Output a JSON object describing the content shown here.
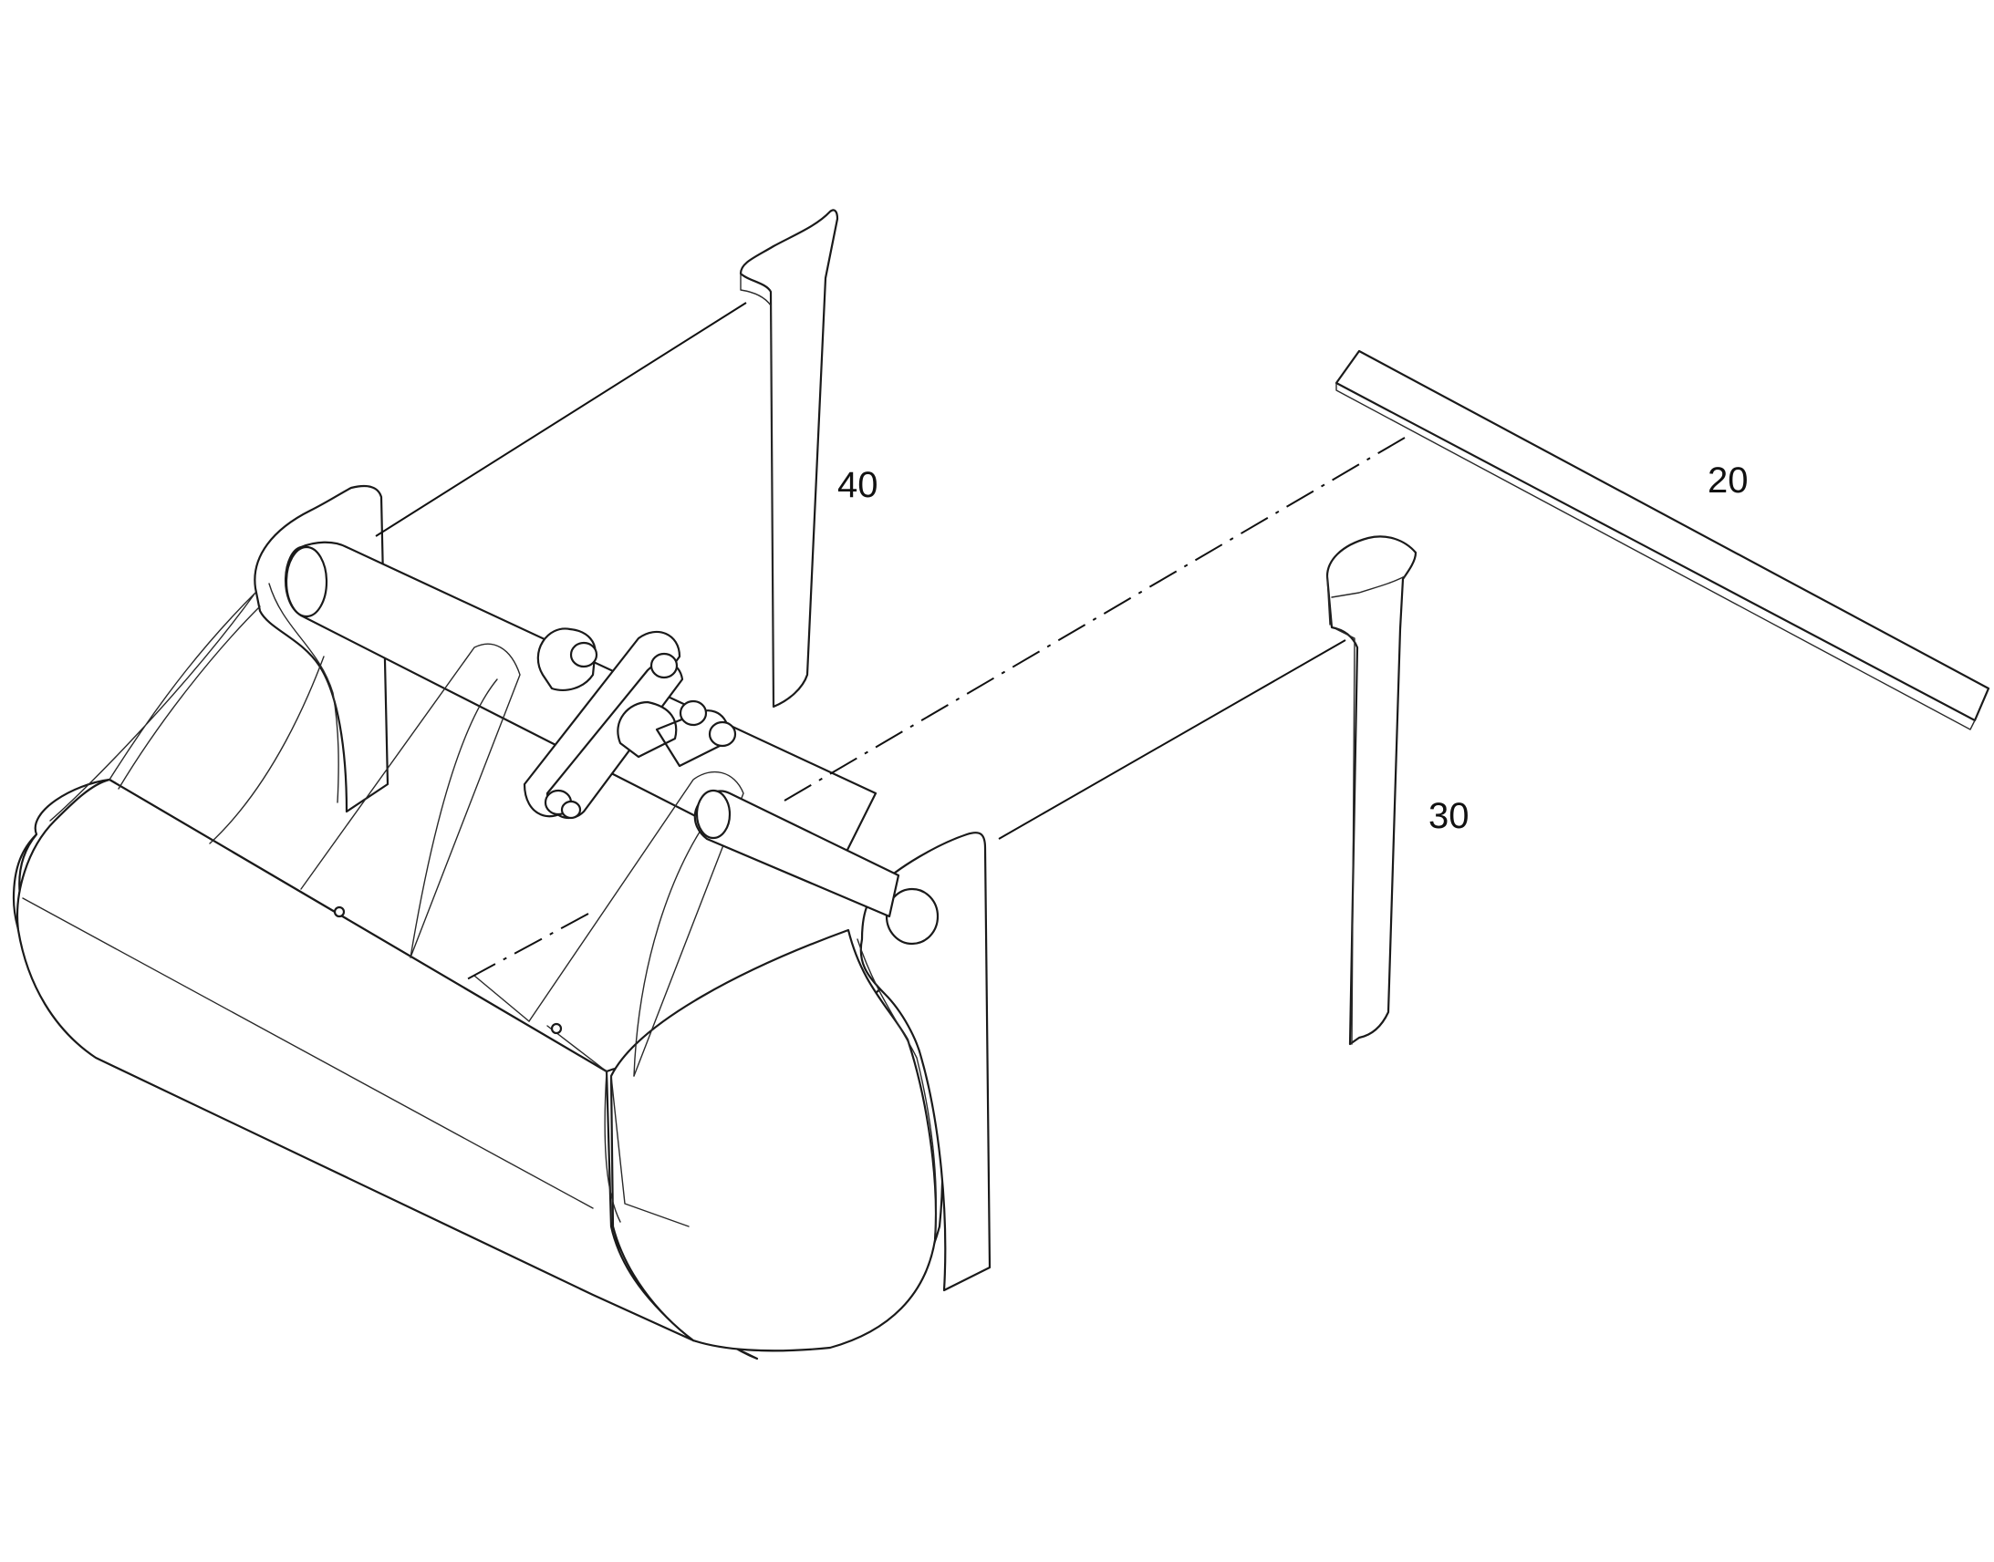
{
  "callouts": {
    "wear_plate_left": "40",
    "cutting_edge": "20",
    "wear_plate_right": "30"
  }
}
